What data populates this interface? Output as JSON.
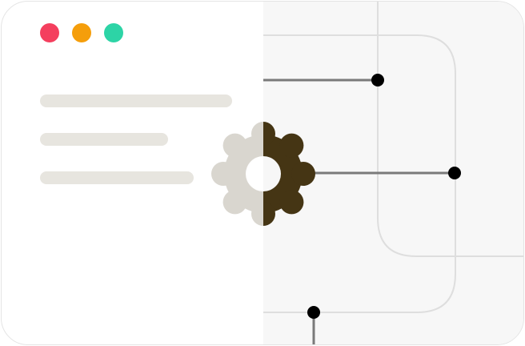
{
  "colors": {
    "window_background": "#ffffff",
    "panel_background": "#f7f7f7",
    "window_border": "#e4e4e4",
    "close_dot": "#f43f5e",
    "minimize_dot": "#f59e0b",
    "maximize_dot": "#2dd4a6",
    "placeholder_line": "#e7e5df",
    "gear_light": "#d9d6cf",
    "gear_dark": "#453514",
    "circuit_line": "#dedede",
    "wire": "#7a7a7a",
    "node": "#000000"
  },
  "window_controls": [
    "close",
    "minimize",
    "maximize"
  ],
  "icons": [
    "gear-icon"
  ]
}
